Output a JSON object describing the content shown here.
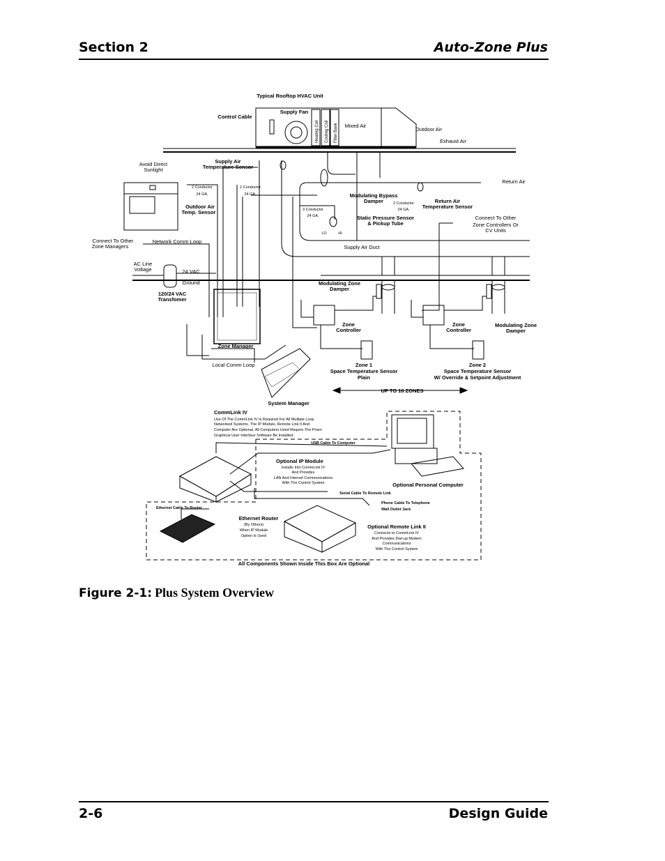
{
  "header": {
    "section": "Section 2",
    "brand": "Auto-Zone Plus"
  },
  "footer": {
    "page": "2-6",
    "guide": "Design Guide"
  },
  "figure": {
    "label": "Figure 2-1:",
    "title": "Plus System Overview"
  },
  "labels": {
    "rooftop_unit": "Typical Rooftop HVAC Unit",
    "supply_fan": "Supply Fan",
    "control_cable": "Control Cable",
    "heating_coil": "Heating Coil",
    "cooling_coil": "Cooling Coil",
    "filter_bank": "Filter Bank",
    "mixed_air": "Mixed Air",
    "outdoor_air": "Outdoor Air",
    "exhaust_air": "Exhaust Air",
    "avoid_sunlight_1": "Avoid Direct",
    "avoid_sunlight_2": "Sunlight",
    "supply_air_sensor_1": "Supply Air",
    "supply_air_sensor_2": "Temperature Sensor",
    "two_conductor": "2 Conductor",
    "ga24": "24 GA.",
    "three_conductor": "3 Conductor",
    "outdoor_sensor_1": "Outdoor Air",
    "outdoor_sensor_2": "Temp. Sensor",
    "return_air": "Return Air",
    "bypass_damper_1": "Modulating Bypass",
    "bypass_damper_2": "Damper",
    "return_sensor_1": "Return Air",
    "return_sensor_2": "Temperature Sensor",
    "static_sensor_1": "Static Pressure Sensor",
    "static_sensor_2": "& Pickup Tube",
    "lo": "LO",
    "hi": "HI",
    "connect_zone_controllers_1": "Connect  To Other",
    "connect_zone_controllers_2": "Zone Controllers Or",
    "connect_zone_controllers_3": "CV Units",
    "connect_zone_managers_1": "Connect  To Other",
    "connect_zone_managers_2": "Zone Managers",
    "network_loop": "Network Comm Loop",
    "supply_air_duct": "Supply Air Duct",
    "ac_line_1": "AC Line",
    "ac_line_2": "Voltage",
    "vac24": "24 VAC",
    "ground": "Ground",
    "transformer_1": "120/24 VAC",
    "transformer_2": "Transfomer",
    "zone_damper_1": "Modulating Zone",
    "zone_damper_2": "Damper",
    "zone_controller_1": "Zone",
    "zone_controller_2": "Controller",
    "zone_manager": "Zone Manager",
    "local_loop": "Local Comm Loop",
    "zone1_1": "Zone 1",
    "zone1_2": "Space Temperature Sensor",
    "zone1_3": "Plain",
    "zone2_1": "Zone 2",
    "zone2_2": "Space Temperature Sensor",
    "zone2_3": "W/ Override & Setpoint Adjustment",
    "up_to_16": "UP TO 16 ZONES",
    "system_manager": "System Manager",
    "commlink": "CommLink IV",
    "commlink_note_1": "Use Of The CommLink IV Is Required For All Multiple Loop",
    "commlink_note_2": "Networked Systems. The IP Module, Remote Link II And",
    "commlink_note_3": "Computer Are Optional. All Computers Used Require The Prism",
    "commlink_note_4": "Graphical User Interface Software Be Installed.",
    "usb_cable": "USB Cable To Computer",
    "ip_module": "Optional IP Module",
    "ip_note_1": "Installs Into CommLink IV",
    "ip_note_2": "And Provides",
    "ip_note_3": "LAN And Internet Communications",
    "ip_note_4": "With The Control System",
    "optional_pc": "Optional Personal Computer",
    "serial_cable": "Serial Cable To Remote Link",
    "ethernet_cable": "Ethernet Cable To Router",
    "phone_cable_1": "Phone Cable To Telephone",
    "phone_cable_2": "Wall Outlet Jack",
    "router": "Ethernet Router",
    "router_note_1": "(By Others)",
    "router_note_2": "When IP Module",
    "router_note_3": "Option Is Used",
    "remote_link": "Optional Remote Link II",
    "remote_note_1": "Connects to CommLink IV",
    "remote_note_2": "And Provides Dial-up Modem",
    "remote_note_3": "Communications",
    "remote_note_4": "With The Control System",
    "optional_box": "All Components Shown Inside This Box Are Optional"
  }
}
